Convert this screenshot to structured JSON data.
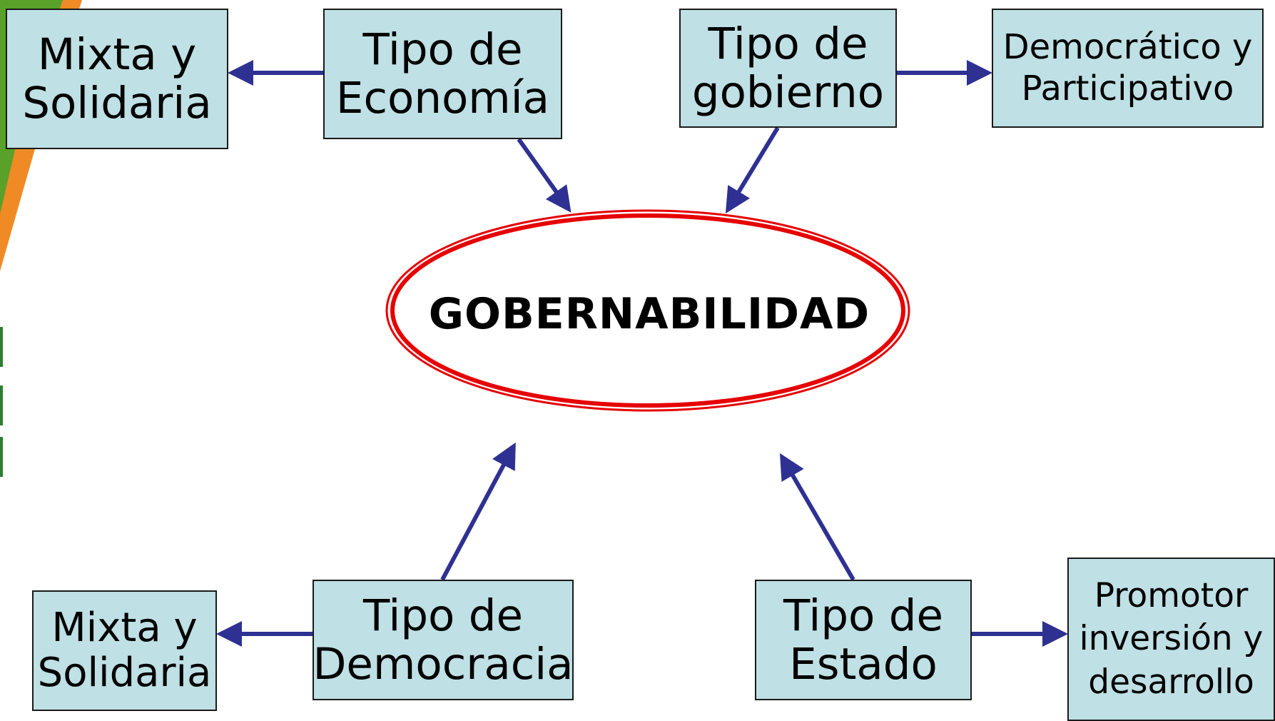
{
  "center": {
    "label": "GOBERNABILIDAD"
  },
  "nodes": {
    "mixta_top": "Mixta y\nSolidaria",
    "economia": "Tipo de\nEconomía",
    "gobierno": "Tipo de\ngobierno",
    "democratico": "Democrático y\nParticipativo",
    "mixta_bottom": "Mixta y\nSolidaria",
    "democracia": "Tipo de\nDemocracia",
    "estado": "Tipo de\nEstado",
    "promotor": "Promotor\ninversión y\ndesarrollo"
  },
  "colors": {
    "box_fill": "#bfe0e4",
    "box_border": "#1a1a1a",
    "arrow": "#2e3192",
    "ellipse_stroke": "#e60000",
    "accent_orange": "#f08a24",
    "accent_green": "#5aa12a"
  }
}
